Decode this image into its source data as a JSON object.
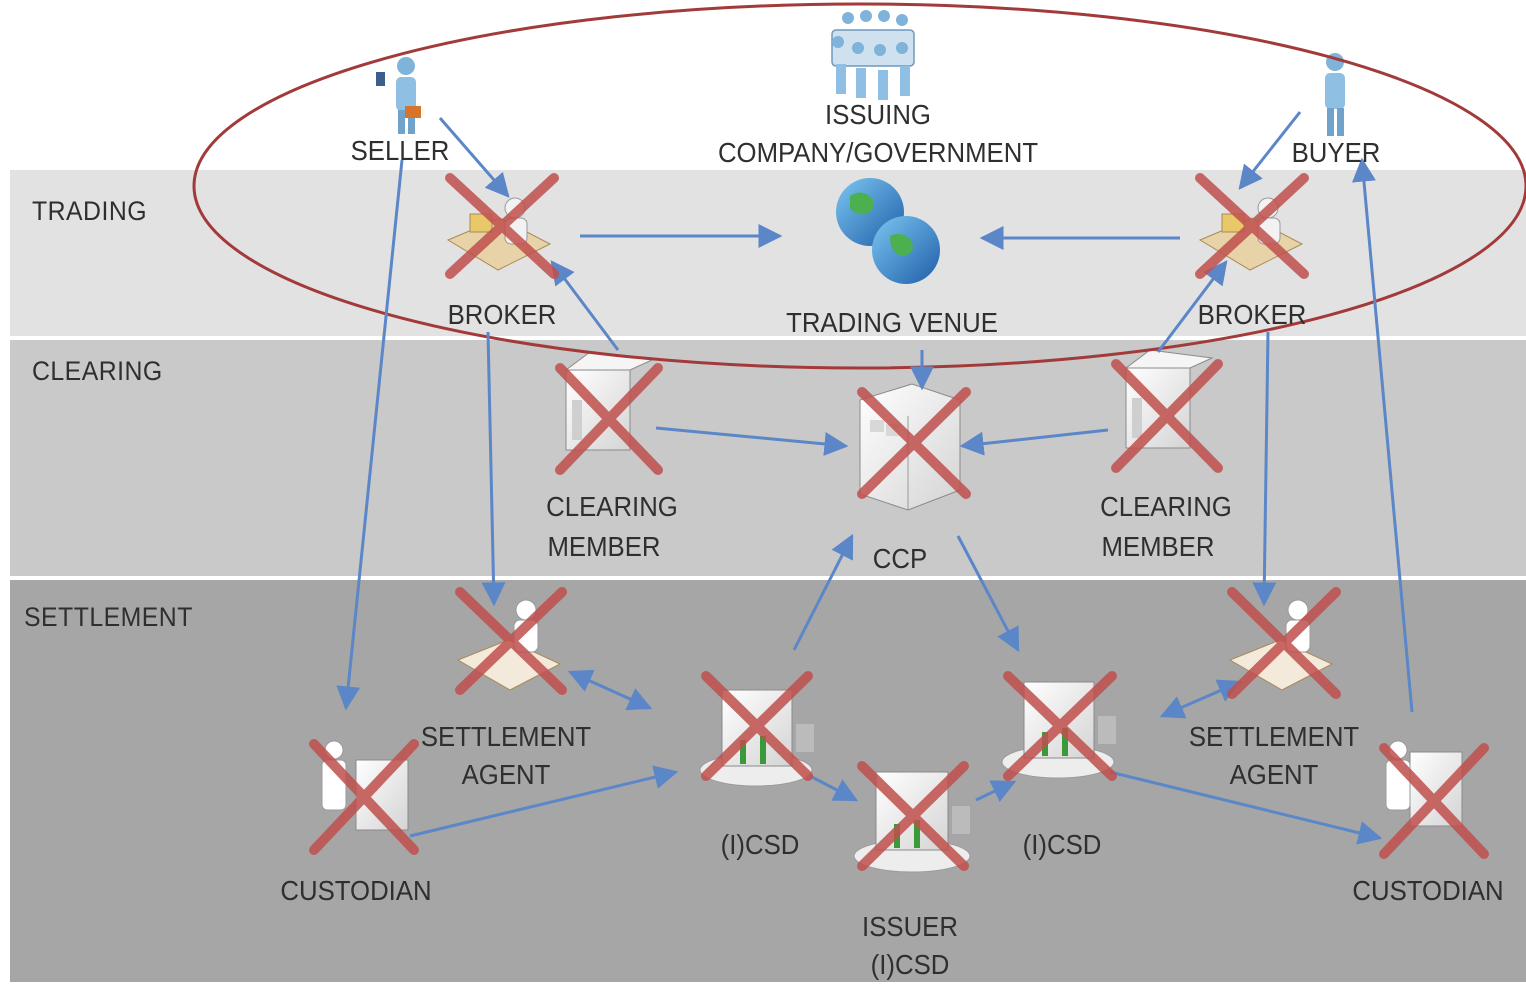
{
  "bands": {
    "trading": "TRADING",
    "clearing": "CLEARING",
    "settlement": "SETTLEMENT"
  },
  "nodes": {
    "seller": "SELLER",
    "issuer_company_line1": "ISSUING",
    "issuer_company_line2": "COMPANY/GOVERNMENT",
    "buyer": "BUYER",
    "broker_left": "BROKER",
    "trading_venue": "TRADING VENUE",
    "broker_right": "BROKER",
    "clearing_member_left_line1": "CLEARING",
    "clearing_member_left_line2": "MEMBER",
    "ccp": "CCP",
    "clearing_member_right_line1": "CLEARING",
    "clearing_member_right_line2": "MEMBER",
    "settlement_agent_left_line1": "SETTLEMENT",
    "settlement_agent_left_line2": "AGENT",
    "settlement_agent_right_line1": "SETTLEMENT",
    "settlement_agent_right_line2": "AGENT",
    "custodian_left": "CUSTODIAN",
    "custodian_right": "CUSTODIAN",
    "icsd_left": "(I)CSD",
    "icsd_right": "(I)CSD",
    "issuer_icsd_line1": "ISSUER",
    "issuer_icsd_line2": "(I)CSD"
  },
  "colors": {
    "arrow": "#5b86c8",
    "cross": "#c0504d",
    "ellipse": "#a33a3a"
  }
}
